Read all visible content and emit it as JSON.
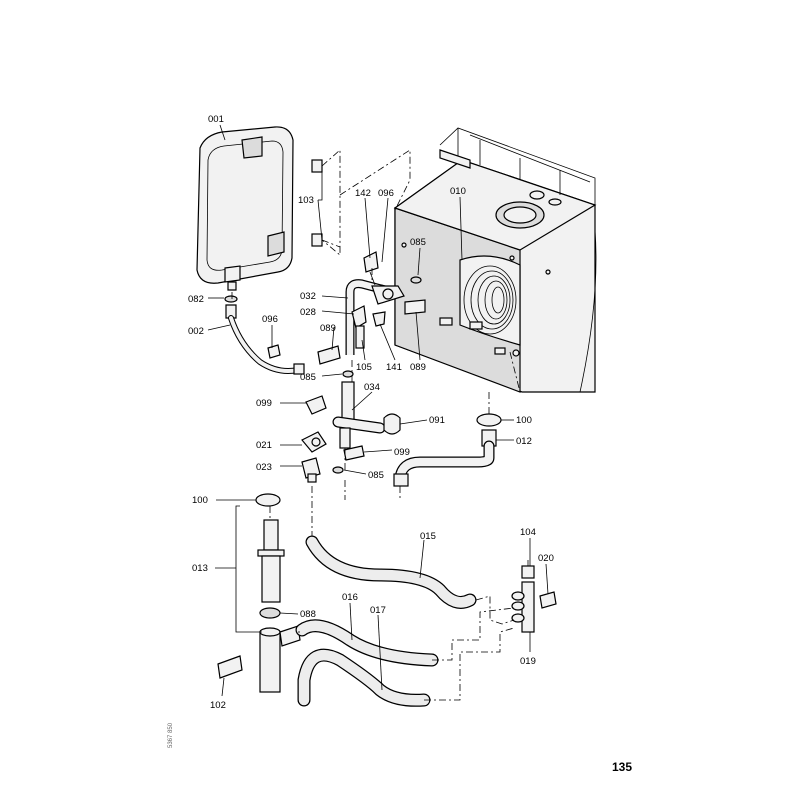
{
  "page_number": "135",
  "drawing_number": "5367 850",
  "labels": {
    "l001": "001",
    "l082": "082",
    "l002": "002",
    "l096a": "096",
    "l103": "103",
    "l142": "142",
    "l096b": "096",
    "l010": "010",
    "l085a": "085",
    "l032": "032",
    "l028": "028",
    "l089a": "089",
    "l085b": "085",
    "l105": "105",
    "l141": "141",
    "l089b": "089",
    "l034": "034",
    "l099a": "099",
    "l091": "091",
    "l100a": "100",
    "l012": "012",
    "l021": "021",
    "l099b": "099",
    "l023": "023",
    "l085c": "085",
    "l100b": "100",
    "l015": "015",
    "l104": "104",
    "l020": "020",
    "l013": "013",
    "l016": "016",
    "l017": "017",
    "l088": "088",
    "l019": "019",
    "l102": "102"
  }
}
